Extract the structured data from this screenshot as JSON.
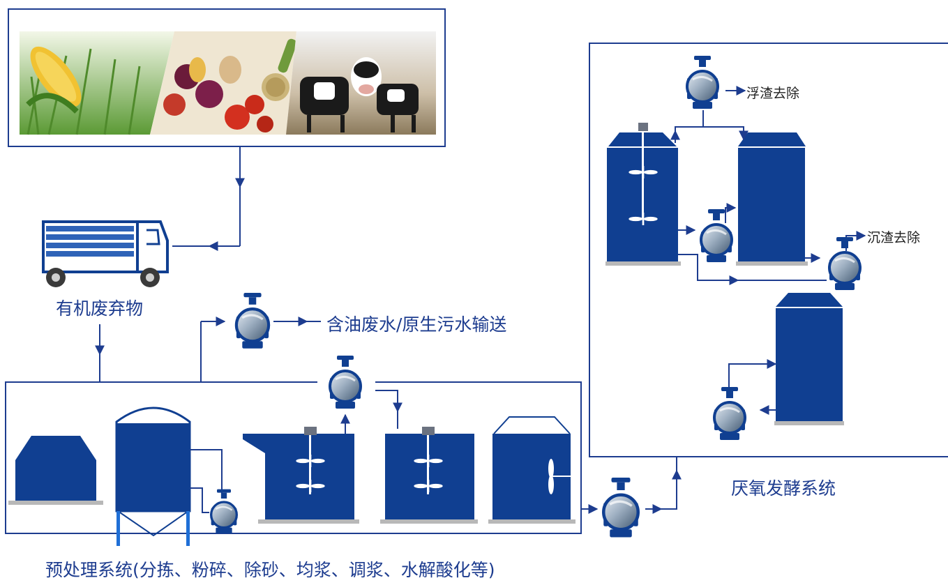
{
  "colors": {
    "primary": "#103f91",
    "line": "#1d3c8f",
    "base": "#b8b8b8",
    "label_blue": "#1d3c8f",
    "label_dark": "#1f1f1f"
  },
  "labels": {
    "organic_waste": "有机废弃物",
    "oily_wastewater": "含油废水/原生污水输送",
    "pretreatment": "预处理系统",
    "pretreatment_detail": "(分拣、粉碎、除砂、均浆、调浆、水解酸化等)",
    "anaerobic": "厌氧发酵系统",
    "scum_removal": "浮渣去除",
    "sludge_removal": "沉渣去除"
  },
  "feedstock_images": [
    "corn-field",
    "fruits-vegetables-grains",
    "dairy-cows"
  ],
  "icons": [
    "truck-icon",
    "pump-icon",
    "tank-icon",
    "agitator-icon",
    "silo-icon",
    "hopper-icon"
  ]
}
